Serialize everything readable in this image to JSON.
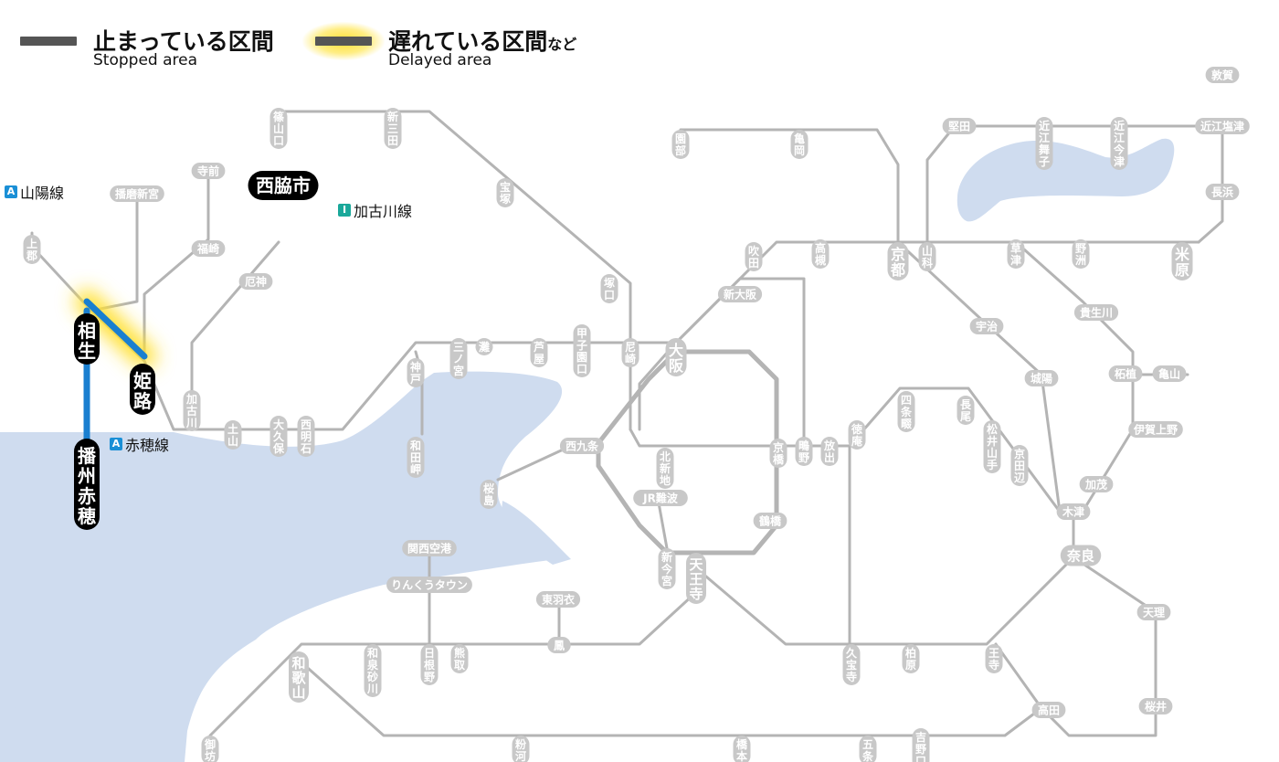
{
  "legend": {
    "stopped": {
      "label": "止まっている区間",
      "label_en": "Stopped area",
      "color": "#555555"
    },
    "delayed": {
      "label": "遅れている区間",
      "suffix": "など",
      "label_en": "Delayed area",
      "glow": "#ffe033"
    }
  },
  "line_tags": [
    {
      "badge": "A",
      "name": "山陽線",
      "color": "#1a8fd6"
    },
    {
      "badge": "I",
      "name": "加古川線",
      "color": "#1aa89a"
    },
    {
      "badge": "A",
      "name": "赤穂線",
      "color": "#1a8fd6"
    }
  ],
  "colors": {
    "line": "#b4b4b4",
    "station_bg": "#c8c8c8",
    "major_bg": "#000000",
    "water": "#cfdcef",
    "status_line": "#1a7fd0"
  },
  "stations": [
    {
      "name": "篠山口"
    },
    {
      "name": "新三田"
    },
    {
      "name": "宝塚"
    },
    {
      "name": "園部"
    },
    {
      "name": "亀岡"
    },
    {
      "name": "敦賀"
    },
    {
      "name": "堅田"
    },
    {
      "name": "近江舞子"
    },
    {
      "name": "近江今津"
    },
    {
      "name": "近江塩津"
    },
    {
      "name": "長浜"
    },
    {
      "name": "京都"
    },
    {
      "name": "山科"
    },
    {
      "name": "草津"
    },
    {
      "name": "野洲"
    },
    {
      "name": "米原"
    },
    {
      "name": "高槻"
    },
    {
      "name": "吹田"
    },
    {
      "name": "新大阪"
    },
    {
      "name": "塚口"
    },
    {
      "name": "甲子園口"
    },
    {
      "name": "尼崎"
    },
    {
      "name": "大阪"
    },
    {
      "name": "芦屋"
    },
    {
      "name": "灘"
    },
    {
      "name": "三ノ宮"
    },
    {
      "name": "神戸"
    },
    {
      "name": "和田岬"
    },
    {
      "name": "寺前"
    },
    {
      "name": "播磨新宮"
    },
    {
      "name": "西脇市"
    },
    {
      "name": "上郡"
    },
    {
      "name": "福崎"
    },
    {
      "name": "厄神"
    },
    {
      "name": "相生"
    },
    {
      "name": "姫路"
    },
    {
      "name": "加古川"
    },
    {
      "name": "土山"
    },
    {
      "name": "大久保"
    },
    {
      "name": "西明石"
    },
    {
      "name": "播州赤穂"
    },
    {
      "name": "宇治"
    },
    {
      "name": "城陽"
    },
    {
      "name": "貴生川"
    },
    {
      "name": "柘植"
    },
    {
      "name": "亀山"
    },
    {
      "name": "伊賀上野"
    },
    {
      "name": "加茂"
    },
    {
      "name": "木津"
    },
    {
      "name": "奈良"
    },
    {
      "name": "天理"
    },
    {
      "name": "桜井"
    },
    {
      "name": "高田"
    },
    {
      "name": "王寺"
    },
    {
      "name": "柏原"
    },
    {
      "name": "久宝寺"
    },
    {
      "name": "放出"
    },
    {
      "name": "鴫野"
    },
    {
      "name": "京橋"
    },
    {
      "name": "北新地"
    },
    {
      "name": "西九条"
    },
    {
      "name": "桜島"
    },
    {
      "name": "JR難波"
    },
    {
      "name": "新今宮"
    },
    {
      "name": "天王寺"
    },
    {
      "name": "鶴橋"
    },
    {
      "name": "四条畷"
    },
    {
      "name": "徳庵"
    },
    {
      "name": "長尾"
    },
    {
      "name": "松井山手"
    },
    {
      "name": "京田辺"
    },
    {
      "name": "関西空港"
    },
    {
      "name": "りんくうタウン"
    },
    {
      "name": "日根野"
    },
    {
      "name": "熊取"
    },
    {
      "name": "和泉砂川"
    },
    {
      "name": "東羽衣"
    },
    {
      "name": "鳳"
    },
    {
      "name": "和歌山"
    },
    {
      "name": "御坊"
    },
    {
      "name": "粉河"
    },
    {
      "name": "橋本"
    },
    {
      "name": "五条"
    },
    {
      "name": "吉野口"
    }
  ]
}
